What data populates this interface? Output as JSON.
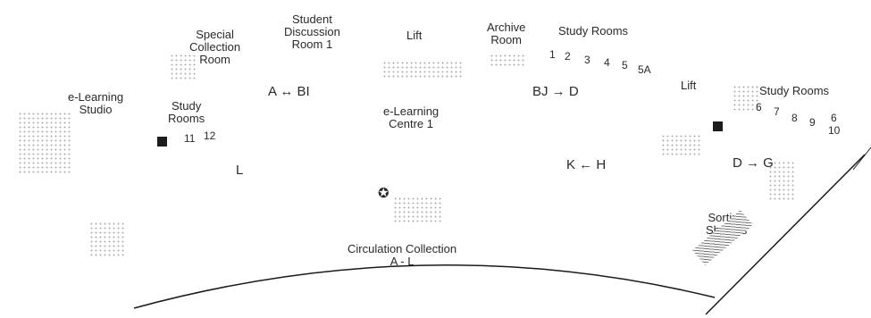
{
  "labels": {
    "special_collection": [
      "Special",
      "Collection",
      "Room"
    ],
    "student_discussion": [
      "Student",
      "Discussion",
      "Room 1"
    ],
    "lift_top": "Lift",
    "archive_room": [
      "Archive",
      "Room"
    ],
    "study_rooms_top": "Study Rooms",
    "elearning_studio": [
      "e-Learning",
      "Studio"
    ],
    "study_rooms_left": [
      "Study",
      "Rooms"
    ],
    "elearning_centre": [
      "e-Learning",
      "Centre 1"
    ],
    "lift_right": "Lift",
    "study_rooms_right": "Study Rooms",
    "circulation": [
      "Circulation Collection",
      "A - L"
    ],
    "sorting_shelves": [
      "Sorting",
      "Shelves"
    ]
  },
  "shelf_ranges": {
    "a_bi": "A ↔ BI",
    "bj_d": "BJ → D",
    "d_g": "D → G",
    "k_h": "K ← H",
    "l": "L"
  },
  "room_numbers": {
    "left": [
      "11",
      "12"
    ],
    "top": [
      "1",
      "2",
      "3",
      "4",
      "5",
      "5A"
    ],
    "right": [
      "6",
      "7",
      "8",
      "9",
      "6",
      "10"
    ]
  },
  "colors": {
    "ink": "#2a2a2a",
    "marker": "#1c1c1c",
    "line": "#1a1a1a"
  },
  "icons": {
    "info_point": "info-point-icon"
  }
}
